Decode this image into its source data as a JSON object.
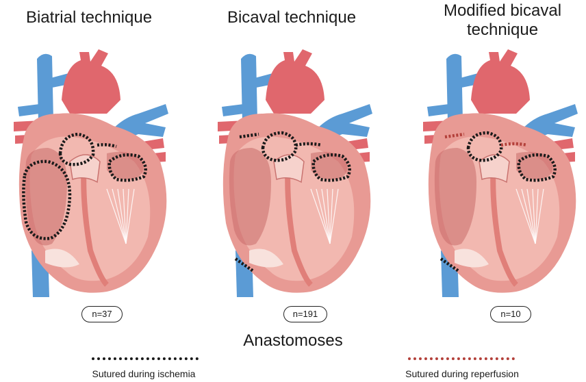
{
  "panels": [
    {
      "title": "Biatrial technique",
      "count": "n=37"
    },
    {
      "title": "Bicaval technique",
      "count": "n=191"
    },
    {
      "title": "Modified bicaval technique",
      "count": "n=10"
    }
  ],
  "legend": {
    "title": "Anastomoses",
    "items": [
      {
        "label": "Sutured during ischemia",
        "color": "#1a1a1a"
      },
      {
        "label": "Sutured during reperfusion",
        "color": "#b3403a"
      }
    ]
  },
  "colors": {
    "vein_blue": "#5b9bd5",
    "artery_red": "#e0676d",
    "heart_outer": "#e89a94",
    "heart_inner": "#f2b8b0",
    "heart_dark": "#c96c6a"
  }
}
